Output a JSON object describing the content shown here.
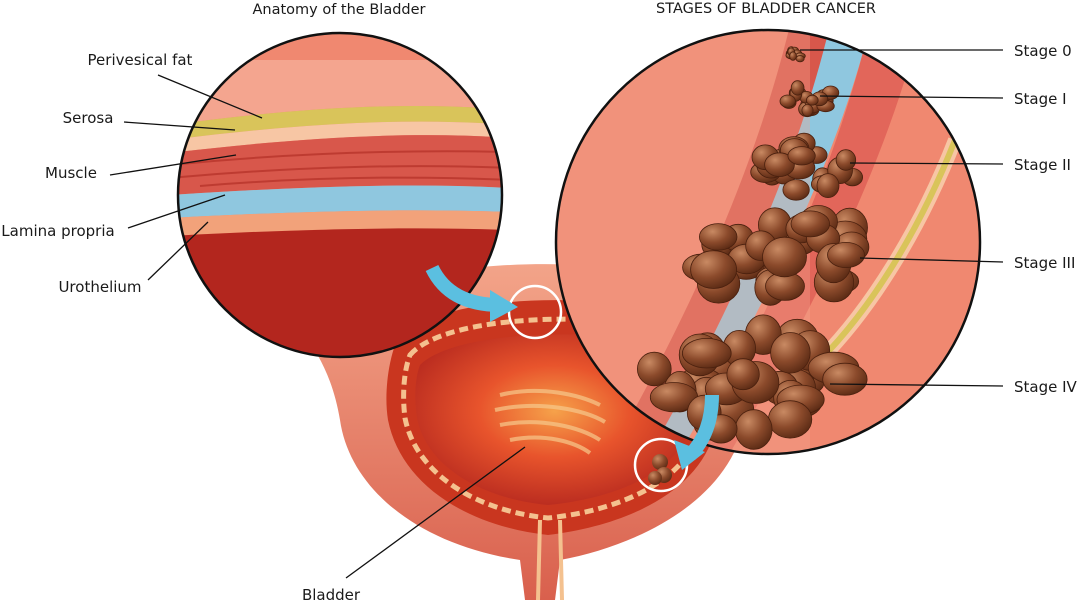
{
  "titles": {
    "anatomy": "Anatomy of the Bladder",
    "stages": "STAGES OF BLADDER CANCER"
  },
  "anatomy_labels": {
    "perivesical_fat": "Perivesical fat",
    "serosa": "Serosa",
    "muscle": "Muscle",
    "lamina_propria": "Lamina propria",
    "urothelium": "Urothelium",
    "bladder": "Bladder"
  },
  "stage_labels": [
    "Stage 0",
    "Stage I",
    "Stage II",
    "Stage III",
    "Stage IV"
  ],
  "colors": {
    "fat": "#d9c45a",
    "serosa": "#f7c6a4",
    "muscle": "#d8574b",
    "lamina_propria": "#8fc7df",
    "urothelium": "#f2a27a",
    "lumen": "#b3261e",
    "tumor": "#8b4a2b",
    "arrow": "#5bbfe0"
  }
}
